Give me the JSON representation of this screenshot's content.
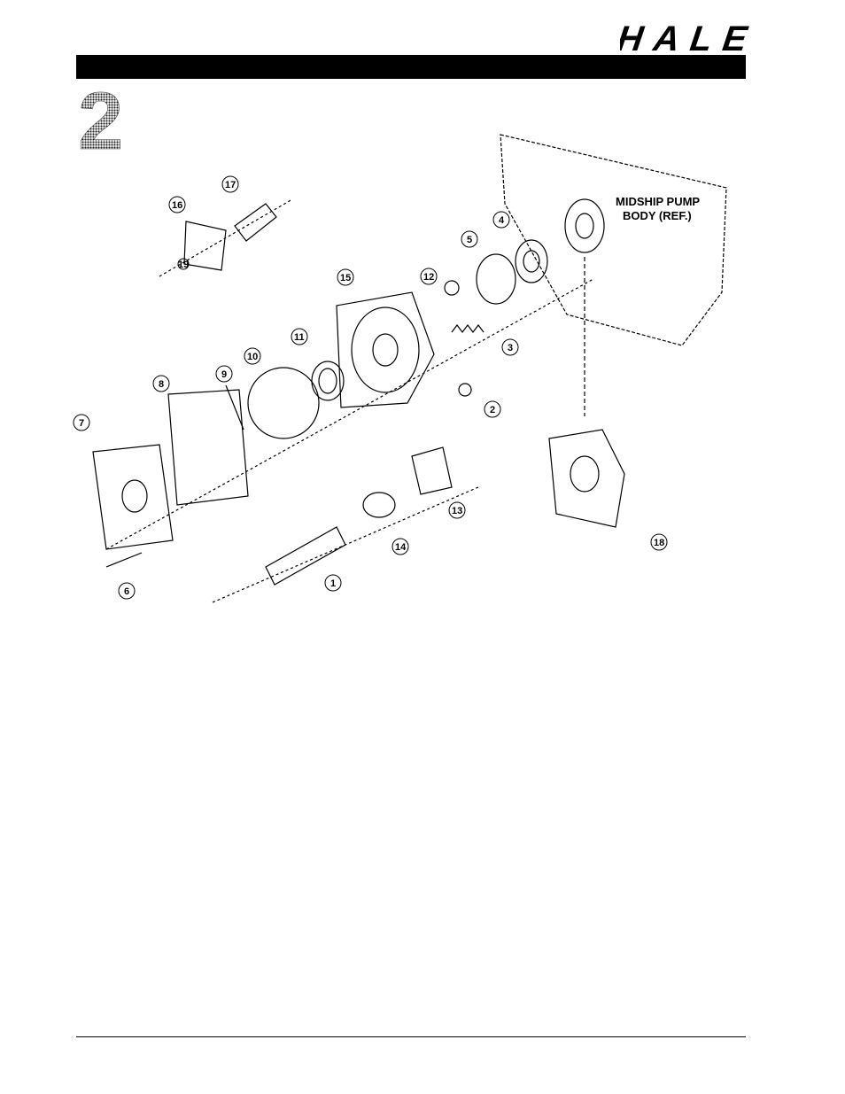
{
  "header": {
    "logo_text": "HALE",
    "chapter_number": "2"
  },
  "diagram": {
    "reference_label_line1": "MIDSHIP PUMP",
    "reference_label_line2": "BODY (REF.)",
    "callouts": [
      "1",
      "2",
      "3",
      "4",
      "5",
      "6",
      "7",
      "8",
      "9",
      "10",
      "11",
      "12",
      "13",
      "14",
      "15",
      "16",
      "17",
      "18",
      "19"
    ]
  }
}
